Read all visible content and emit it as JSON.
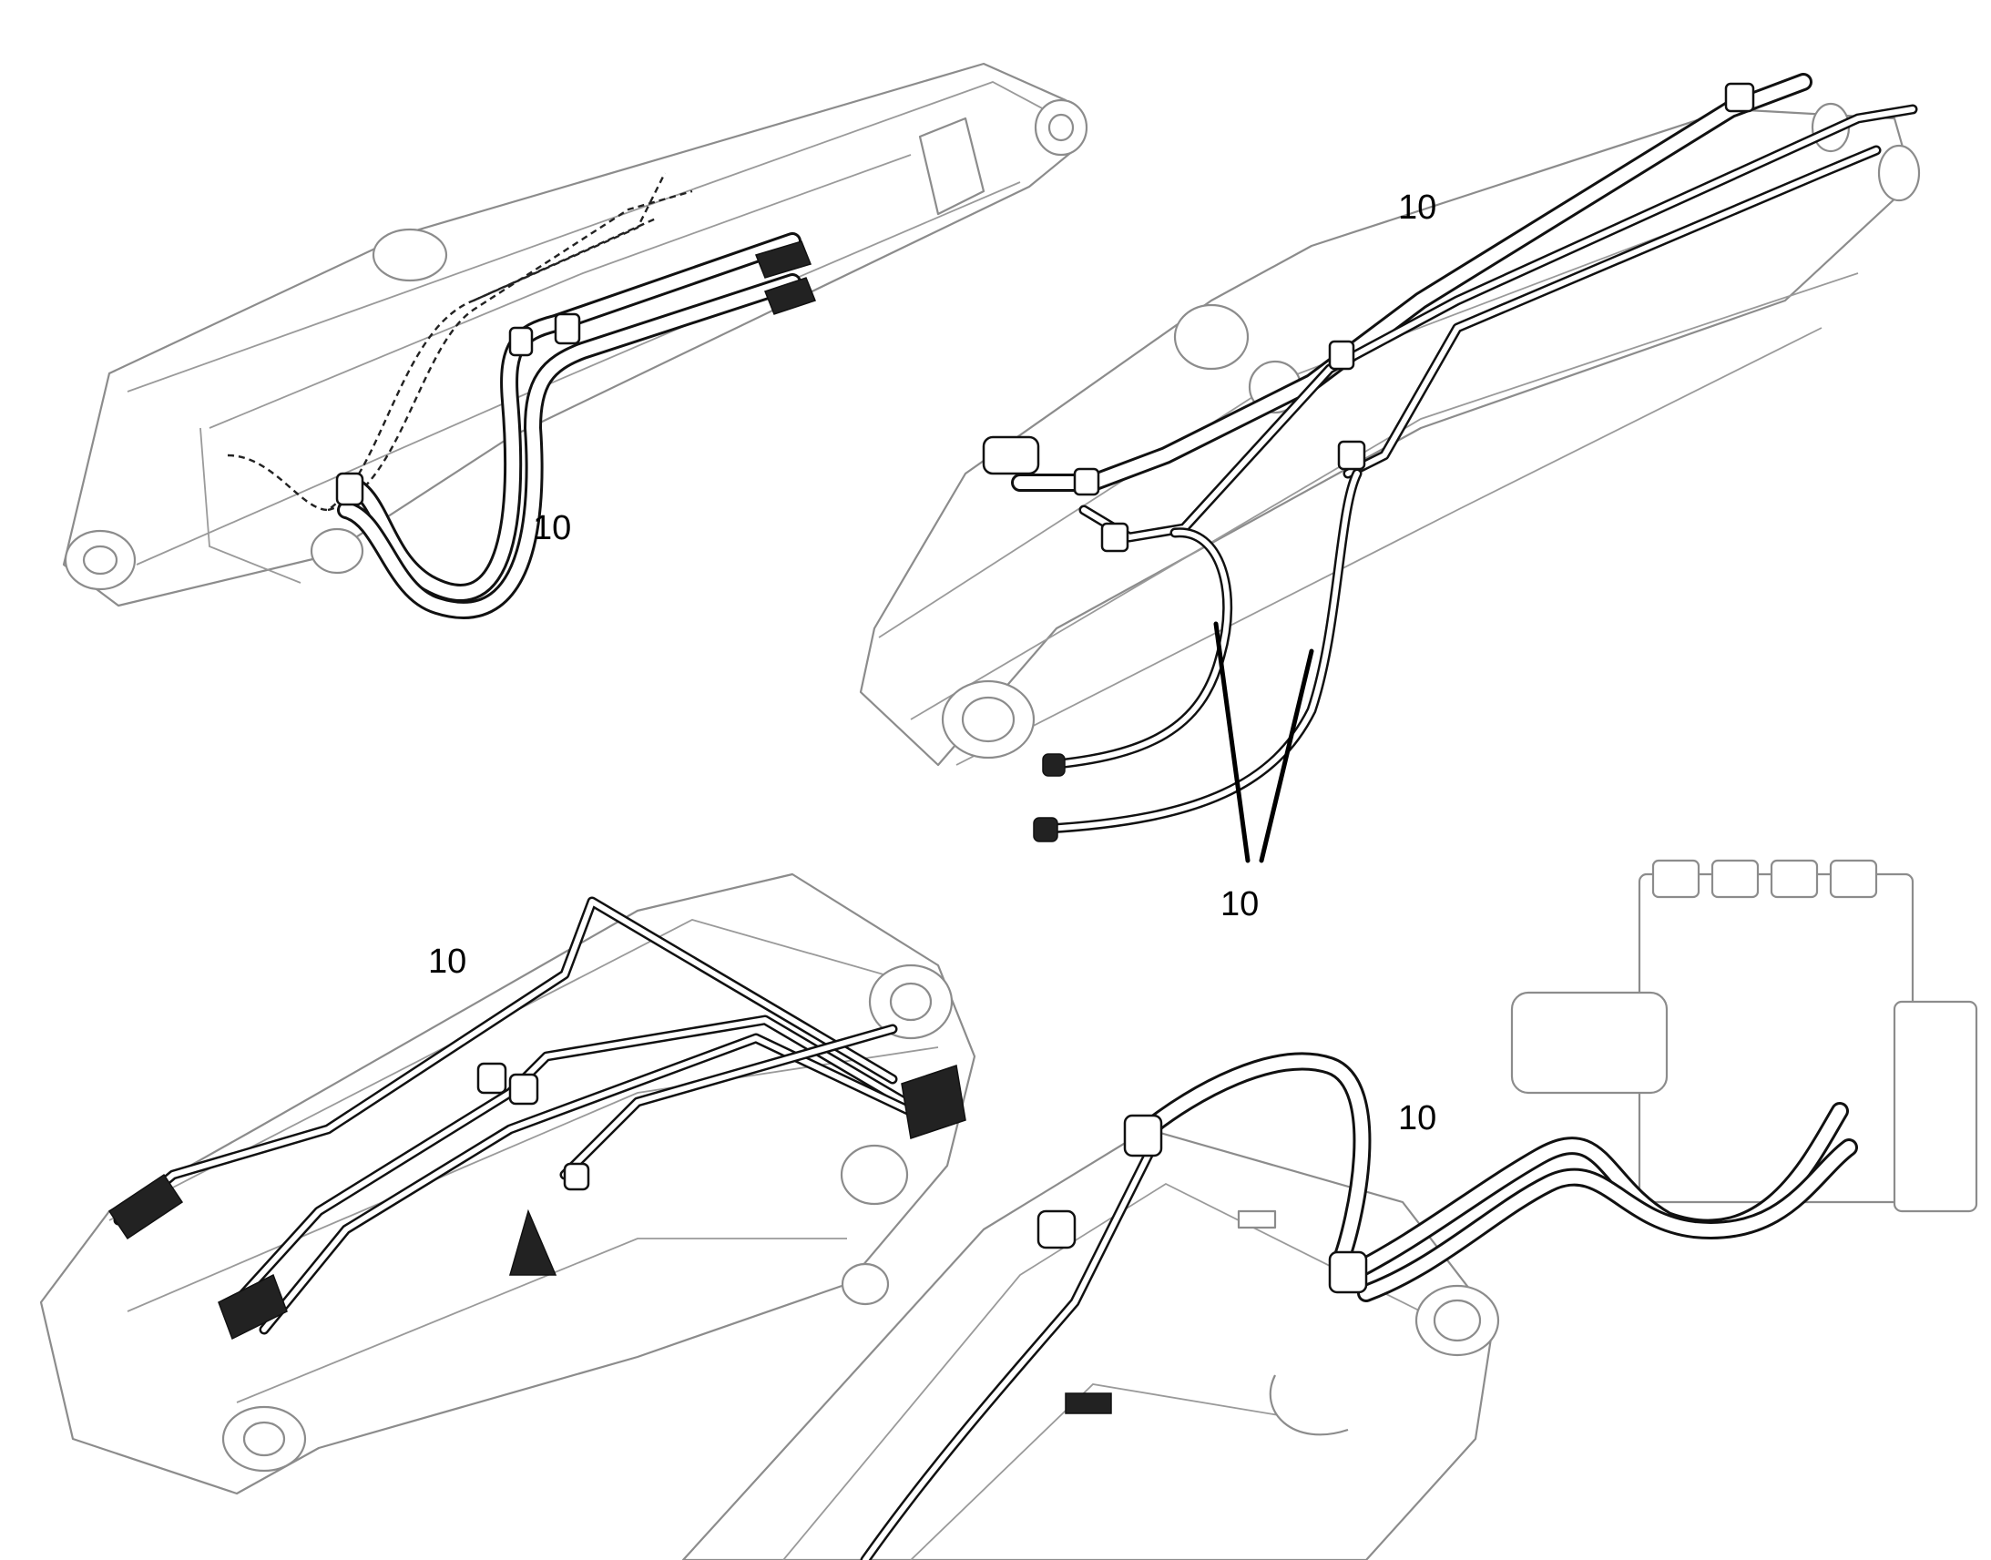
{
  "callouts": {
    "top_left": "10",
    "top_right": "10",
    "top_right_leader": "10",
    "bottom_left": "10",
    "bottom_right": "10"
  },
  "colors": {
    "background": "#ffffff",
    "outline": "#8c8c8c",
    "hose": "#111111",
    "label": "#000000"
  }
}
